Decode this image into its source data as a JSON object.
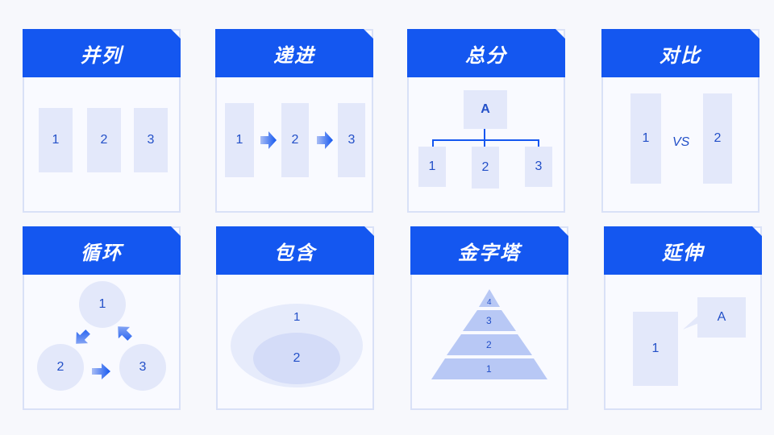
{
  "cards": {
    "parallel": {
      "title": "并列",
      "items": [
        "1",
        "2",
        "3"
      ]
    },
    "progressive": {
      "title": "递进",
      "items": [
        "1",
        "2",
        "3"
      ]
    },
    "total_split": {
      "title": "总分",
      "top": "A",
      "items": [
        "1",
        "2",
        "3"
      ]
    },
    "contrast": {
      "title": "对比",
      "left": "1",
      "vs": "VS",
      "right": "2"
    },
    "cycle": {
      "title": "循环",
      "items": [
        "1",
        "2",
        "3"
      ]
    },
    "contain": {
      "title": "包含",
      "outer": "1",
      "inner": "2"
    },
    "pyramid": {
      "title": "金字塔",
      "levels": [
        "4",
        "3",
        "2",
        "1"
      ]
    },
    "extend": {
      "title": "延伸",
      "main": "1",
      "callout": "A"
    }
  },
  "colors": {
    "header": "#1457f0",
    "box": "#e3e8fa",
    "text": "#2350c8",
    "border": "#d9e1f7"
  }
}
